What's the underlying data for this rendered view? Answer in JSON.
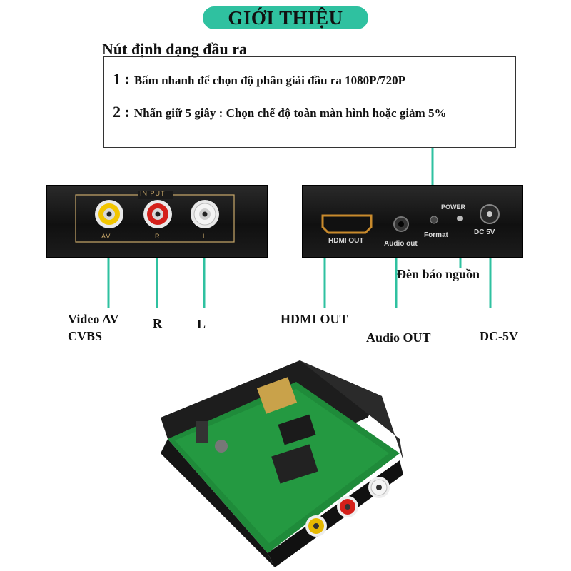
{
  "header": {
    "title": "GIỚI THIỆU"
  },
  "format_button": {
    "heading": "Nút định dạng đầu ra",
    "notes": [
      {
        "num": "1 :",
        "text": "Bấm nhanh để chọn độ phân giải đầu ra 1080P/720P"
      },
      {
        "num": "2 :",
        "text": "Nhấn giữ 5 giây : Chọn chế độ toàn màn hình hoặc giảm 5%"
      }
    ]
  },
  "input_device": {
    "panel_label": "IN PUT",
    "port_labels": [
      "AV",
      "R",
      "L"
    ],
    "callouts": {
      "av_line1": "Video AV",
      "av_line2": "CVBS",
      "r": "R",
      "l": "L"
    }
  },
  "output_device": {
    "hdmi_silk": "HDMI OUT",
    "audio_silk": "Audio out",
    "format_silk": "Format",
    "power_silk": "POWER",
    "dc_silk": "DC 5V",
    "callouts": {
      "power_led": "Đèn báo nguồn",
      "hdmi_out": "HDMI OUT",
      "audio_out": "Audio OUT",
      "dc": "DC-5V"
    }
  },
  "colors": {
    "accent": "#2fc1a0",
    "leader": "#2fc1a0",
    "silkscreen": "#c9a86a"
  }
}
